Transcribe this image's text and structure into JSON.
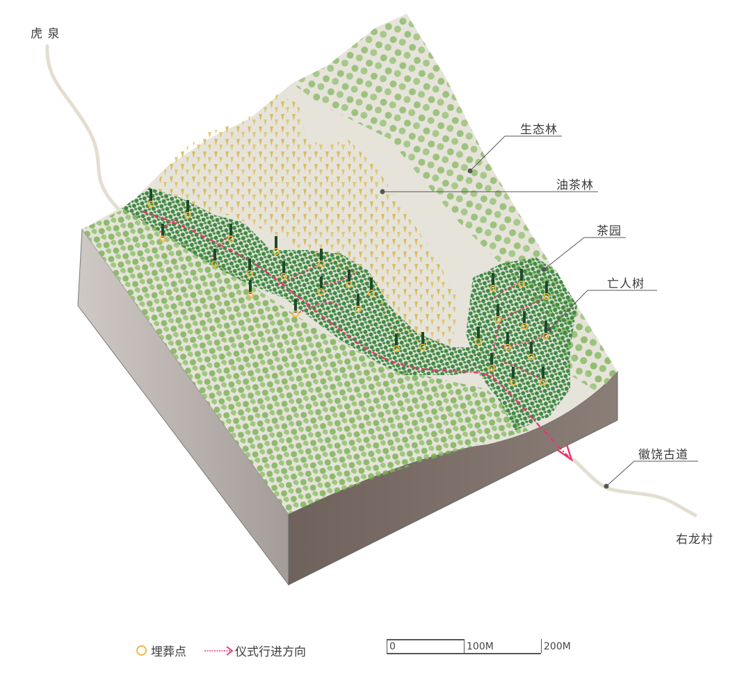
{
  "diagram": {
    "type": "isometric-terrain-block",
    "colors": {
      "ecological_forest": "#8fbc6e",
      "oil_tea_forest": "#d8bd55",
      "tea_garden": "#3f8a45",
      "memorial_tree": "#1f4a2a",
      "burial_ring": "#f2b640",
      "procession_path": "#e8356b",
      "ancient_road": "#e3ded0",
      "terrain_top": "#e6e3da",
      "soil_side_left": "#aaa39f",
      "soil_side_right": "#7c7069",
      "leader_line": "#555555"
    }
  },
  "places": {
    "top_left": "虎 泉",
    "bottom_right": "右龙村"
  },
  "callouts": [
    {
      "id": "ecological-forest",
      "label": "生态林"
    },
    {
      "id": "oil-tea-forest",
      "label": "油茶林"
    },
    {
      "id": "tea-garden",
      "label": "茶园"
    },
    {
      "id": "memorial-tree",
      "label": "亡人树"
    },
    {
      "id": "ancient-road",
      "label": "徽饶古道"
    }
  ],
  "legend": {
    "items": [
      {
        "icon": "burial-point-ring-icon",
        "label": "埋葬点"
      },
      {
        "icon": "dashed-arrow-icon",
        "label": "仪式行进方向"
      }
    ]
  },
  "scale_bar": {
    "ticks": [
      "0",
      "100M",
      "200M"
    ]
  }
}
